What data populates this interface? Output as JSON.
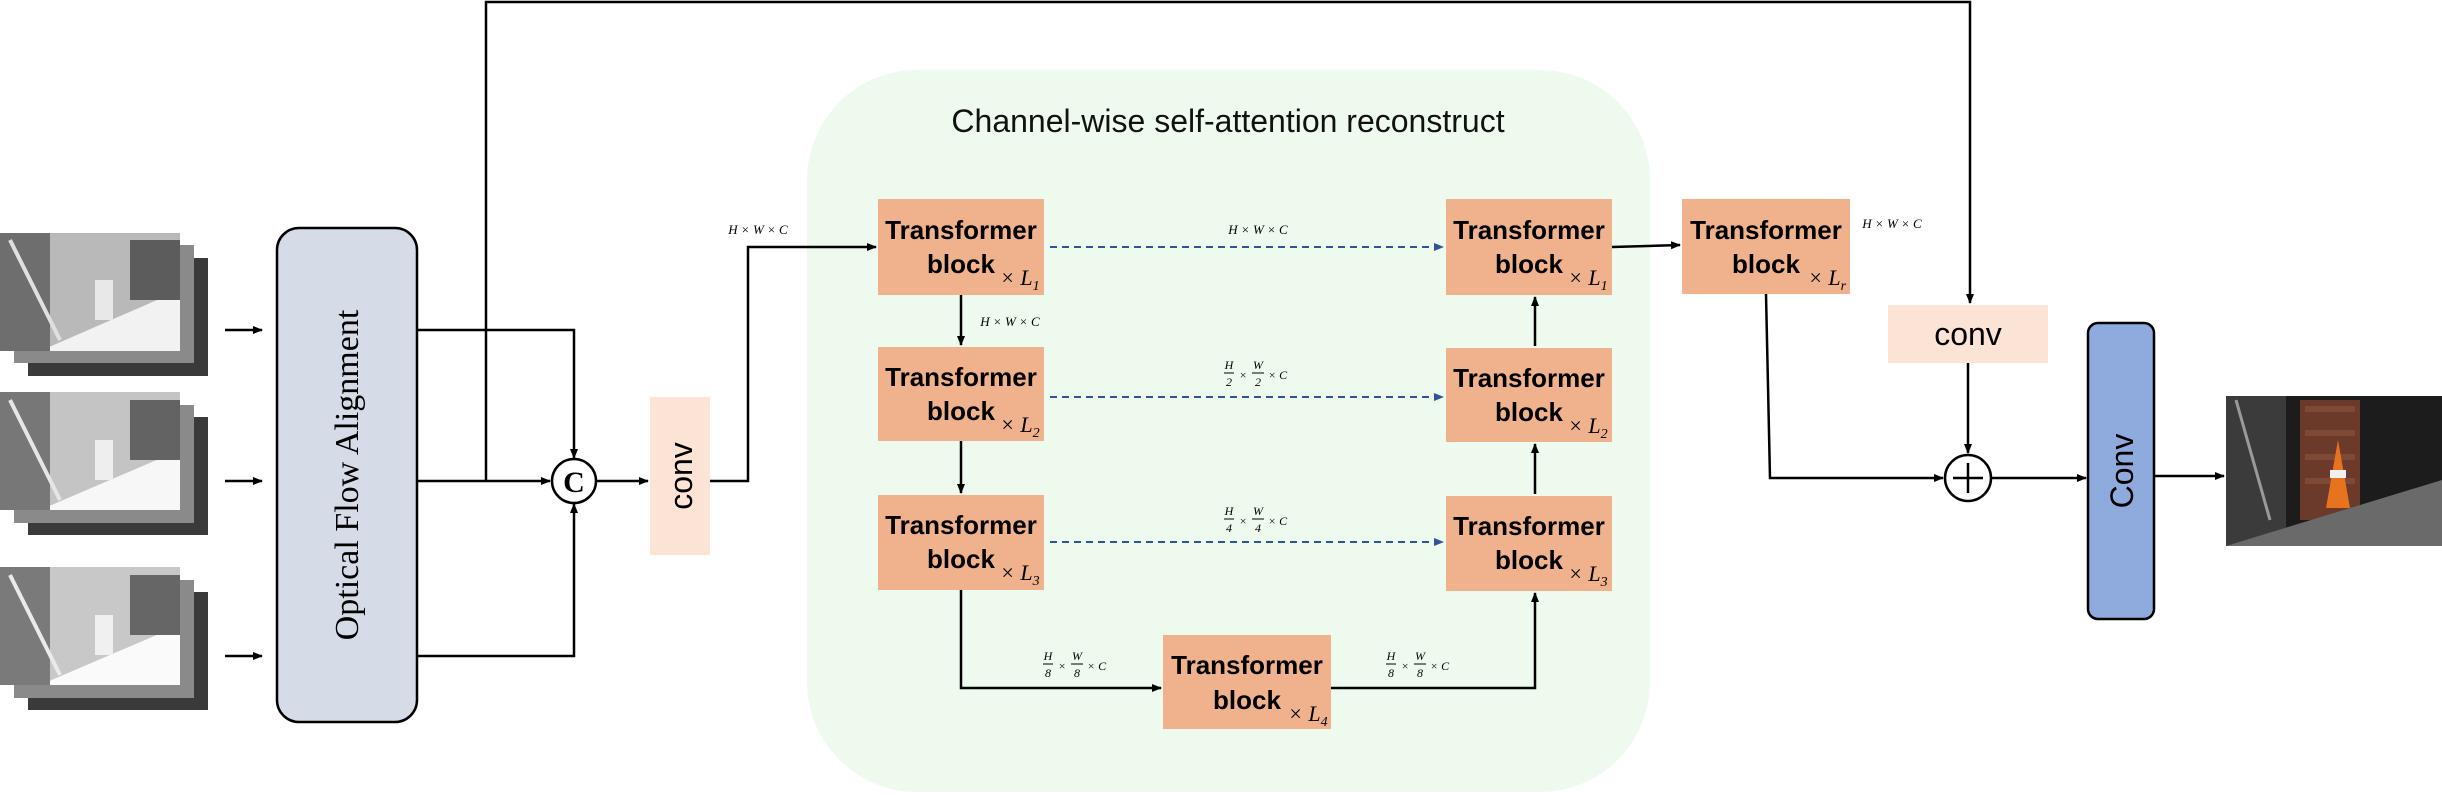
{
  "title": "Channel-wise self-attention reconstruct",
  "optical_flow_label": "Optical Flow Alignment",
  "concat_symbol": "C",
  "conv_label": "conv",
  "final_conv_label": "Conv",
  "transformer_line1": "Transformer",
  "transformer_line2": "block",
  "multipliers": {
    "l1": "× L",
    "sub1": "1",
    "sub2": "2",
    "sub3": "3",
    "sub4": "4",
    "subr": "r"
  },
  "dims": {
    "hwc": "H × W × C"
  },
  "fractions": {
    "h": "H",
    "w": "W",
    "c": "× C",
    "times": "×",
    "d2": "2",
    "d4": "4",
    "d8": "8"
  },
  "colors": {
    "transformer_block": "#f0b28c",
    "conv_block": "#fbe3d6",
    "ofa_block": "#d6dce7",
    "final_conv": "#8faadc",
    "attention_bg": "#eefaee",
    "skip_dashed": "#2f5597"
  }
}
